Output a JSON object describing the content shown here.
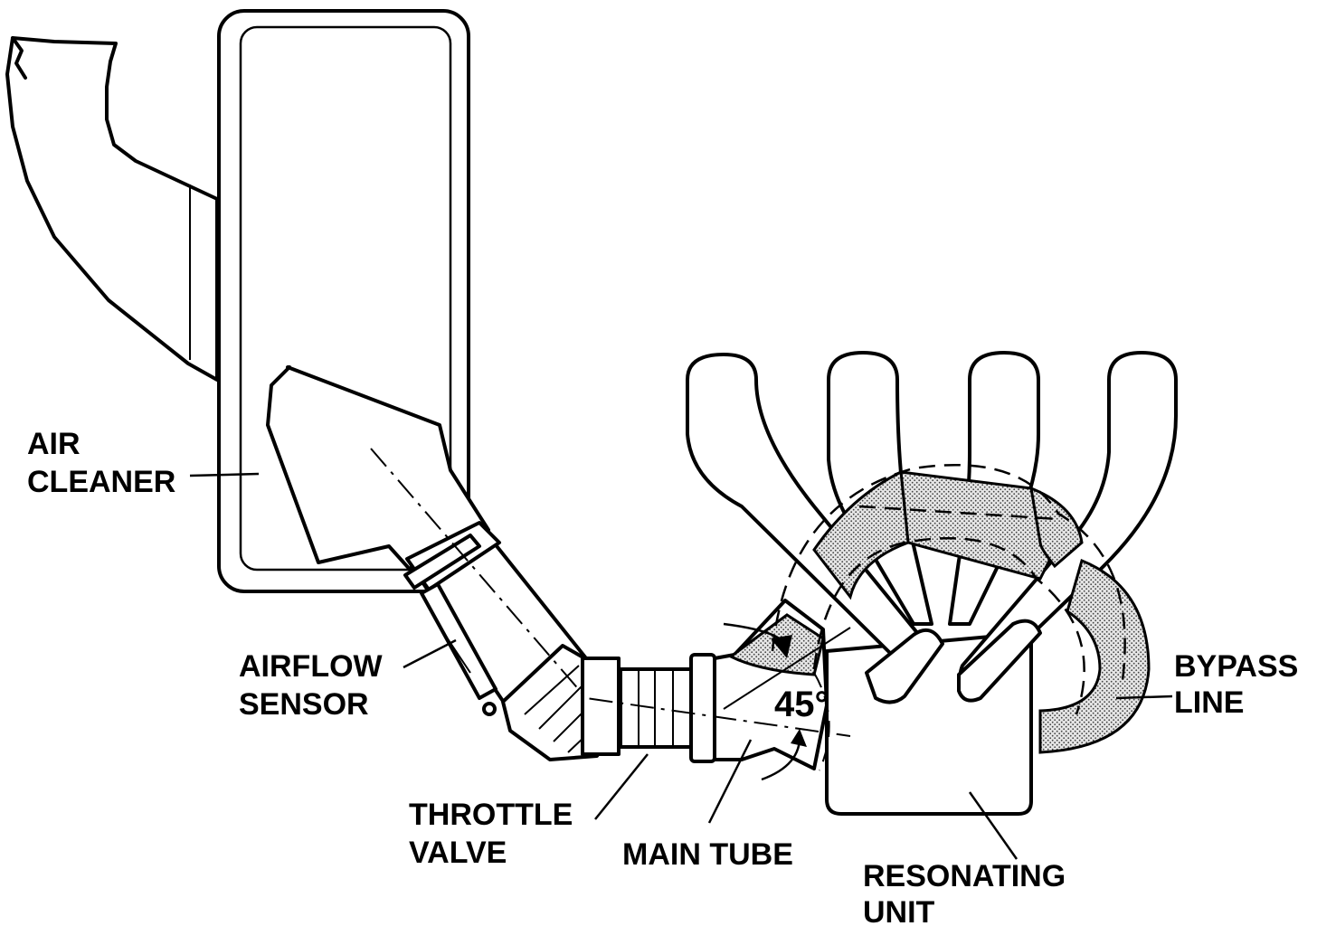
{
  "labels": {
    "air_cleaner": [
      "AIR",
      "CLEANER"
    ],
    "airflow_sensor": [
      "AIRFLOW",
      "SENSOR"
    ],
    "throttle_valve": [
      "THROTTLE",
      "VALVE"
    ],
    "main_tube": "MAIN TUBE",
    "resonating_unit": [
      "RESONATING",
      "UNIT"
    ],
    "bypass_line": [
      "BYPASS",
      "LINE"
    ],
    "angle": "45°"
  },
  "colors": {
    "ink": "#000000",
    "paper": "#ffffff",
    "stipple": "#bdbdbd"
  }
}
